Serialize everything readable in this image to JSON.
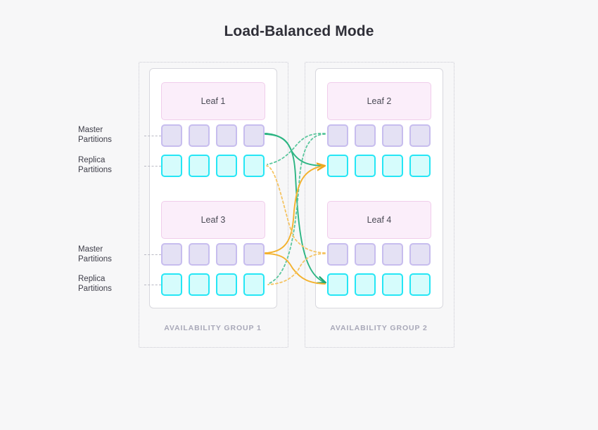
{
  "title": "Load-Balanced Mode",
  "colors": {
    "background": "#f7f7f8",
    "title_text": "#2f2f38",
    "leaf_fill": "#fbeefa",
    "leaf_border": "#f0cdeb",
    "master_fill": "#e4e1f4",
    "master_border": "#c7bdee",
    "replica_fill": "#d6fcfc",
    "replica_border": "#25e6f5",
    "card_border": "#d8d8de",
    "outer_border": "#c9c9d2",
    "caption_text": "#a8a8b8",
    "label_text": "#3d3d48",
    "flow_green": "#34b887",
    "flow_orange": "#f5b73d"
  },
  "side_labels": [
    {
      "line1": "Master",
      "line2": "Partitions"
    },
    {
      "line1": "Replica",
      "line2": "Partitions"
    },
    {
      "line1": "Master",
      "line2": "Partitions"
    },
    {
      "line1": "Replica",
      "line2": "Partitions"
    }
  ],
  "availability_groups": [
    {
      "caption": "AVAILABILITY GROUP 1",
      "leaves": [
        {
          "name": "Leaf 1",
          "master_partitions": [
            "",
            "",
            "",
            ""
          ],
          "replica_partitions": [
            "",
            "",
            "",
            ""
          ]
        },
        {
          "name": "Leaf 3",
          "master_partitions": [
            "",
            "",
            "",
            ""
          ],
          "replica_partitions": [
            "",
            "",
            "",
            ""
          ]
        }
      ]
    },
    {
      "caption": "AVAILABILITY GROUP 2",
      "leaves": [
        {
          "name": "Leaf 2",
          "master_partitions": [
            "",
            "",
            "",
            ""
          ],
          "replica_partitions": [
            "",
            "",
            "",
            ""
          ]
        },
        {
          "name": "Leaf 4",
          "master_partitions": [
            "",
            "",
            "",
            ""
          ],
          "replica_partitions": [
            "",
            "",
            "",
            ""
          ]
        }
      ]
    }
  ],
  "replication_flows": [
    {
      "id": "green-solid-top",
      "color": "#34b887",
      "style": "solid",
      "from": "leaf1-master",
      "to": "leaf4-replica",
      "arrow": true
    },
    {
      "id": "green-solid-mid",
      "color": "#34b887",
      "style": "solid",
      "from": "leaf1-master",
      "to": "leaf2-replica",
      "arrow": false
    },
    {
      "id": "green-dashed-top",
      "color": "#57c79b",
      "style": "dashed",
      "from": "leaf3-replica",
      "to": "leaf2-master",
      "arrow": false
    },
    {
      "id": "green-dashed-mid",
      "color": "#57c79b",
      "style": "dashed",
      "from": "leaf3-replica",
      "to": "leaf2-master",
      "arrow": false
    },
    {
      "id": "orange-solid-top",
      "color": "#f5b73d",
      "style": "solid",
      "from": "leaf3-master",
      "to": "leaf2-replica",
      "arrow": true
    },
    {
      "id": "orange-solid-bottom",
      "color": "#f5b73d",
      "style": "solid",
      "from": "leaf3-master",
      "to": "leaf4-replica",
      "arrow": false
    },
    {
      "id": "orange-dashed-top",
      "color": "#f5c463",
      "style": "dashed",
      "from": "leaf1-replica",
      "to": "leaf4-master",
      "arrow": false
    },
    {
      "id": "orange-dashed-bottom",
      "color": "#f5c463",
      "style": "dashed",
      "from": "leaf1-replica",
      "to": "leaf4-master",
      "arrow": false
    }
  ]
}
